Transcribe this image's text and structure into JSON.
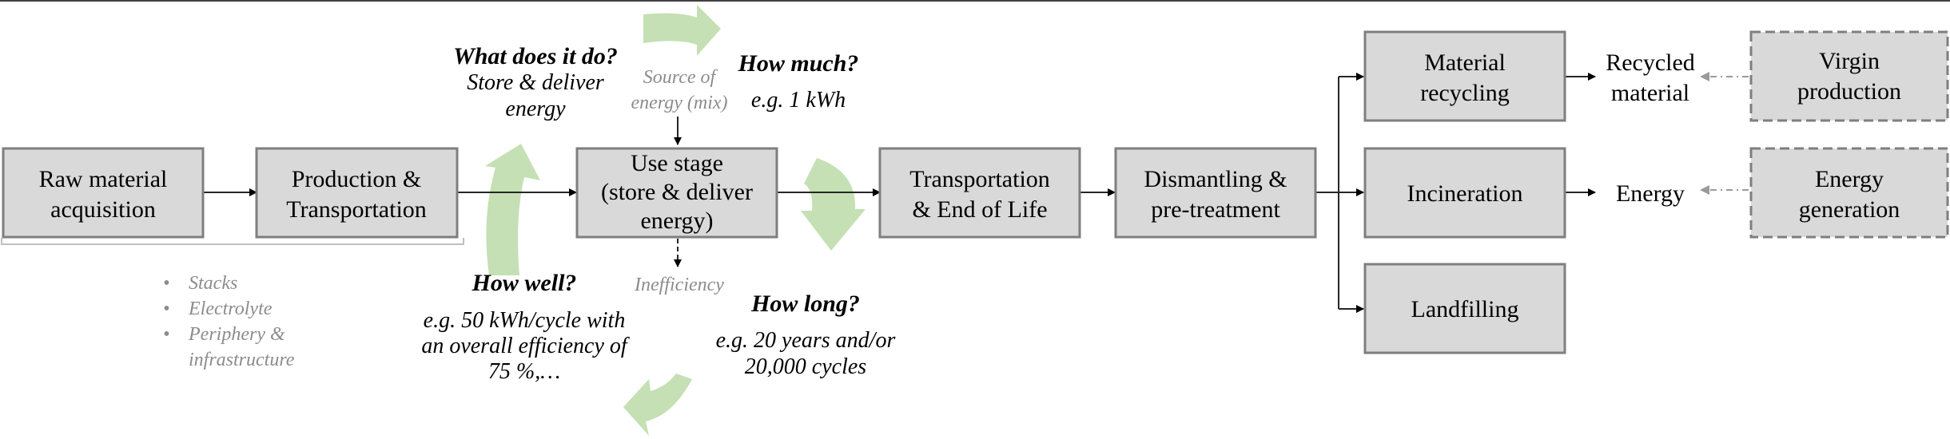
{
  "boxes": {
    "raw_material": [
      "Raw material",
      "acquisition"
    ],
    "production": [
      "Production &",
      "Transportation"
    ],
    "use_stage": [
      "Use stage",
      "(store & deliver",
      "energy)"
    ],
    "transport_eol": [
      "Transportation",
      "& End of Life"
    ],
    "dismantling": [
      "Dismantling &",
      "pre-treatment"
    ],
    "material_recycling": [
      "Material",
      "recycling"
    ],
    "incineration": [
      "Incineration"
    ],
    "landfilling": [
      "Landfilling"
    ],
    "virgin_production": [
      "Virgin",
      "production"
    ],
    "energy_generation": [
      "Energy",
      "generation"
    ]
  },
  "outputs": {
    "recycled_material": [
      "Recycled",
      "material"
    ],
    "energy": [
      "Energy"
    ]
  },
  "questions": {
    "what": {
      "title": "What does it do?",
      "lines": [
        "Store & deliver",
        "energy"
      ]
    },
    "how_much": {
      "title": "How much?",
      "lines": [
        "e.g. 1 kWh"
      ]
    },
    "how_well": {
      "title": "How well?",
      "lines": [
        "e.g. 50 kWh/cycle with",
        "an overall efficiency of",
        "75 %,…"
      ]
    },
    "how_long": {
      "title": "How long?",
      "lines": [
        "e.g. 20 years and/or",
        "20,000 cycles"
      ]
    }
  },
  "annotations": {
    "source_of_energy": [
      "Source of",
      "energy (mix)"
    ],
    "inefficiency": "Inefficiency"
  },
  "components": {
    "bullet": "•",
    "items": [
      [
        "Stacks"
      ],
      [
        "Electrolyte"
      ],
      [
        "Periphery &",
        "infrastructure"
      ]
    ]
  },
  "colors": {
    "box_fill": "#d9d9d9",
    "box_border": "#7f7f7f",
    "cycle_arrow": "#c5e0b4",
    "grey_text": "#8c8c8c"
  }
}
